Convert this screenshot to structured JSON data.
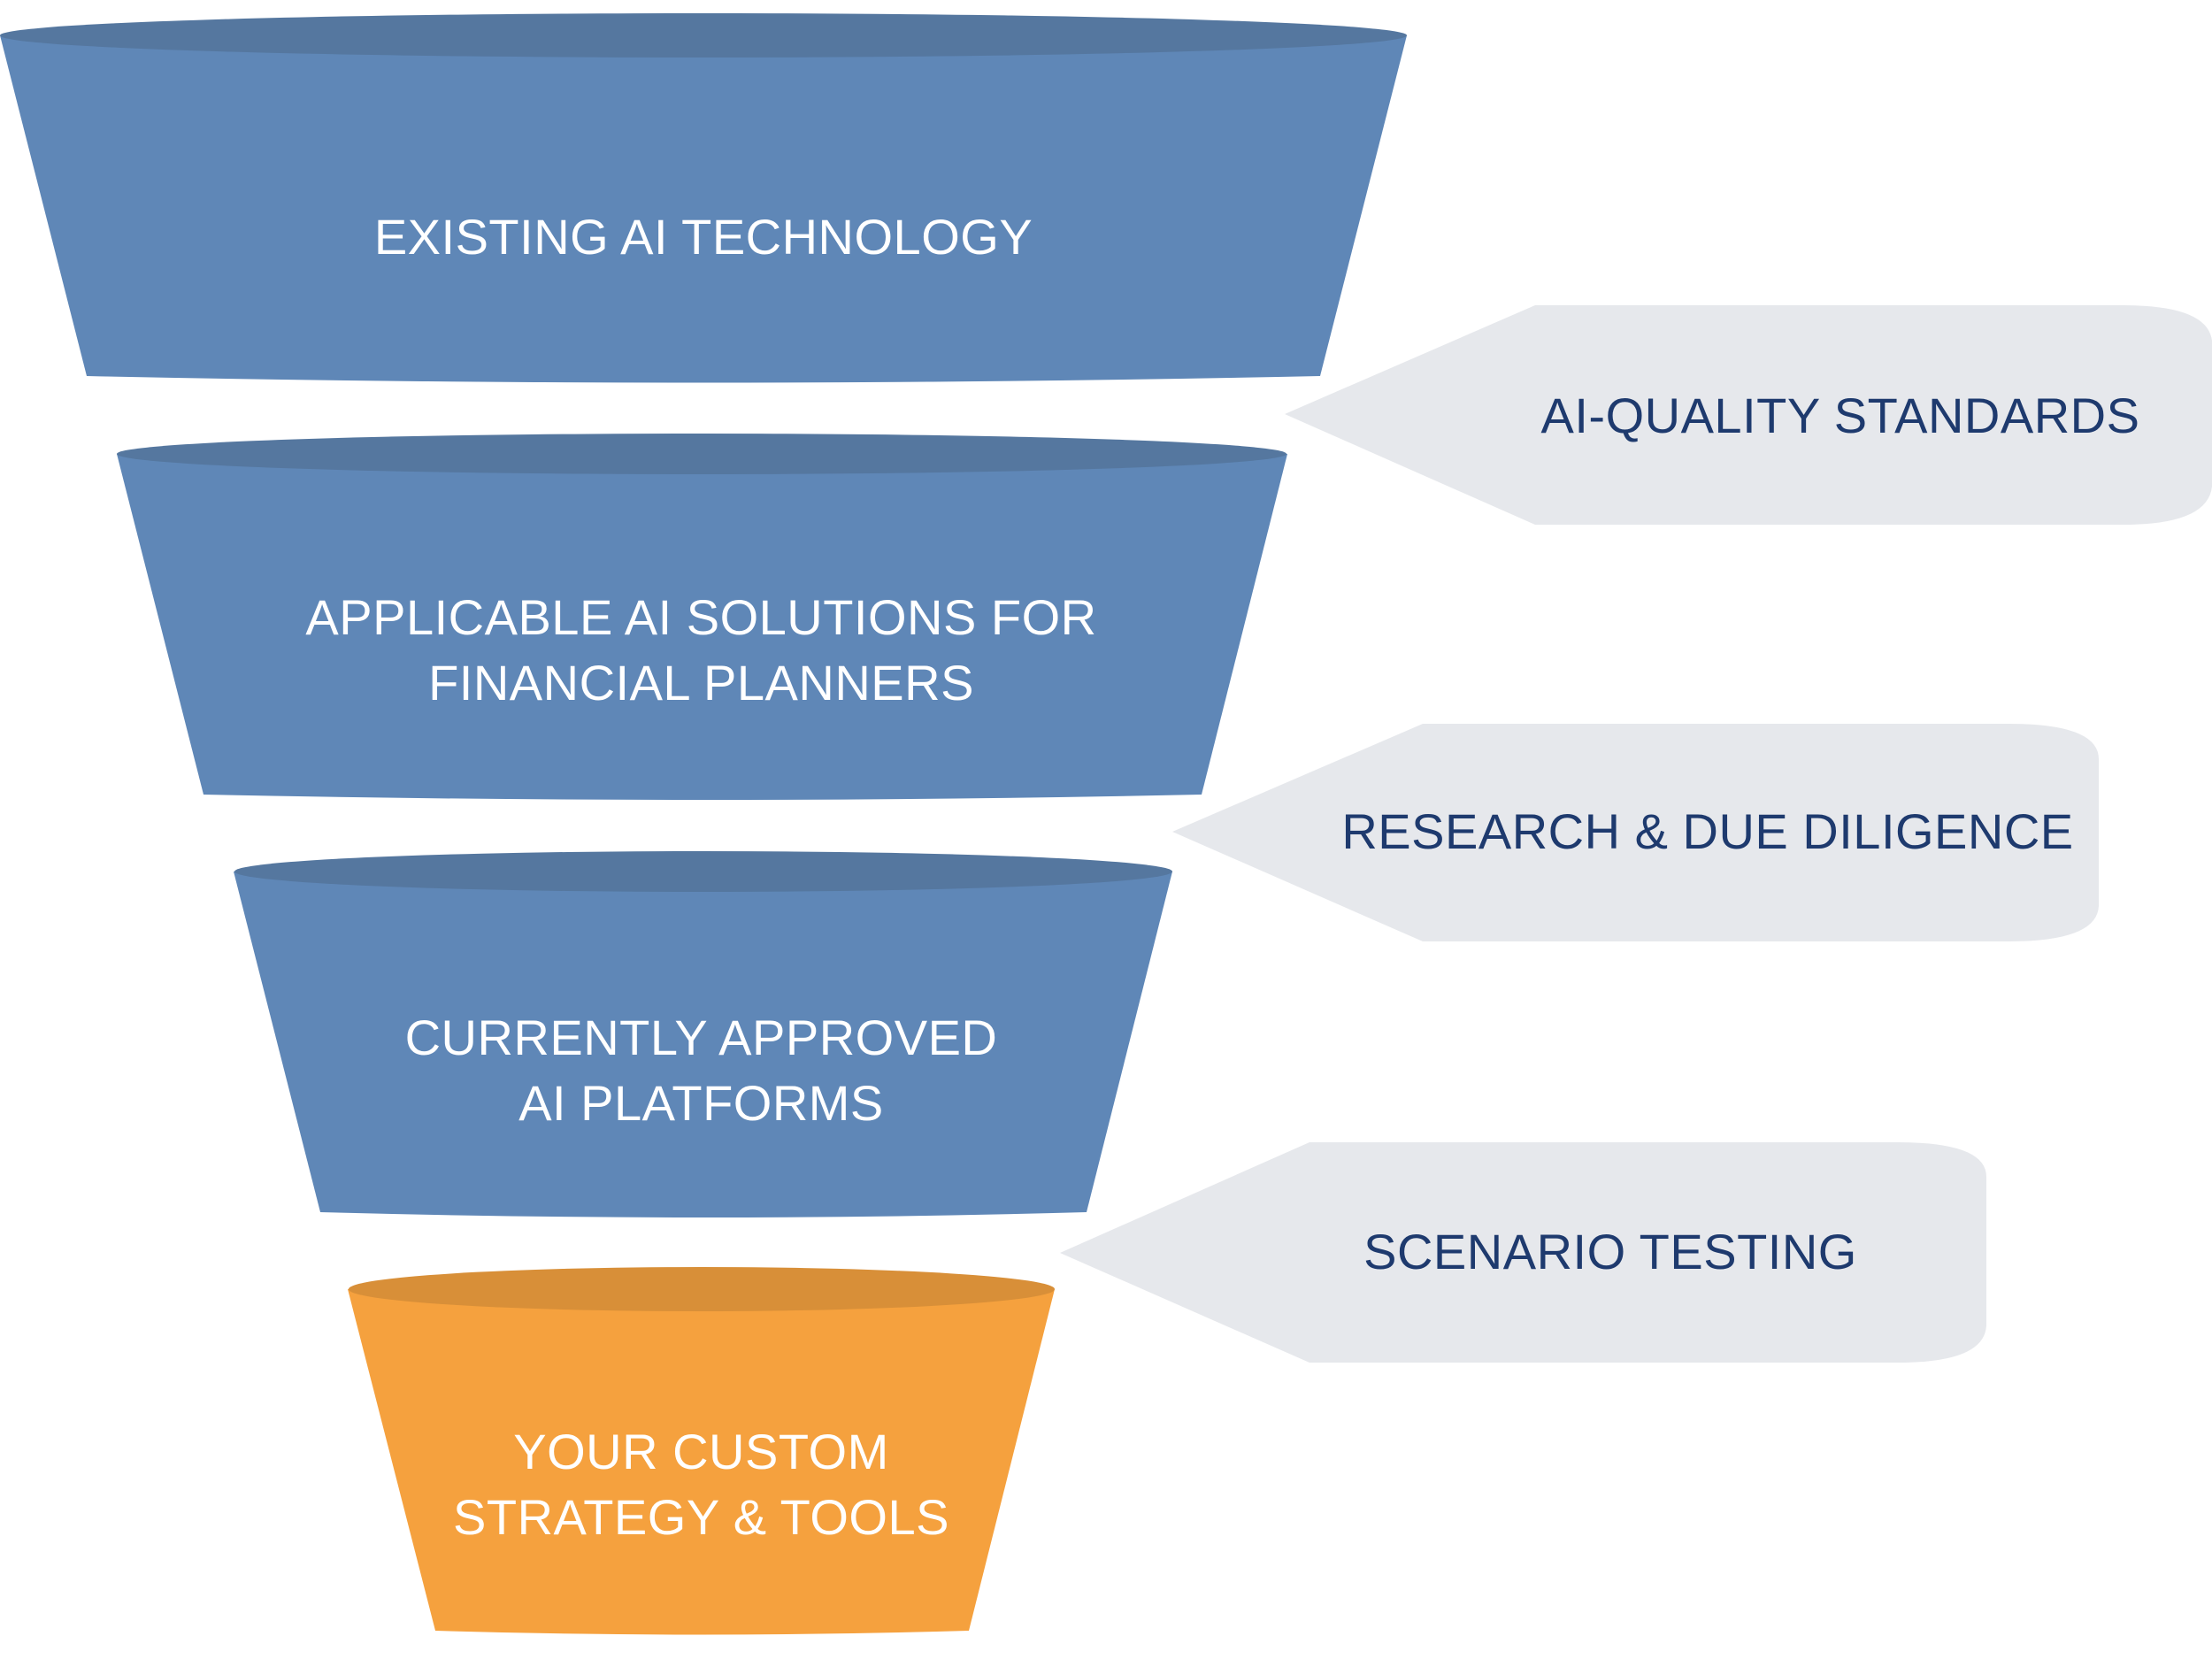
{
  "funnel": {
    "stages": [
      {
        "lines": [
          "EXISTING AI TECHNOLOGY"
        ],
        "color": "#5f87b7",
        "rim_color": "#55779f"
      },
      {
        "lines": [
          "APPLICABLE AI SOLUTIONS FOR",
          "FINANCIAL PLANNERS"
        ],
        "color": "#5f87b7",
        "rim_color": "#55779f"
      },
      {
        "lines": [
          "CURRENTLY APPROVED",
          "AI PLATFORMS"
        ],
        "color": "#5f87b7",
        "rim_color": "#55779f"
      },
      {
        "lines": [
          "YOUR CUSTOM",
          "STRATEGY & TOOLS"
        ],
        "color": "#f5a13e",
        "rim_color": "#d88f38"
      }
    ]
  },
  "filters": {
    "tag_color": "#e6e8ec",
    "items": [
      {
        "label": "AI-QUALITY STANDARDS"
      },
      {
        "label": "RESEARCH & DUE DILIGENCE"
      },
      {
        "label": "SCENARIO TESTING"
      }
    ]
  }
}
